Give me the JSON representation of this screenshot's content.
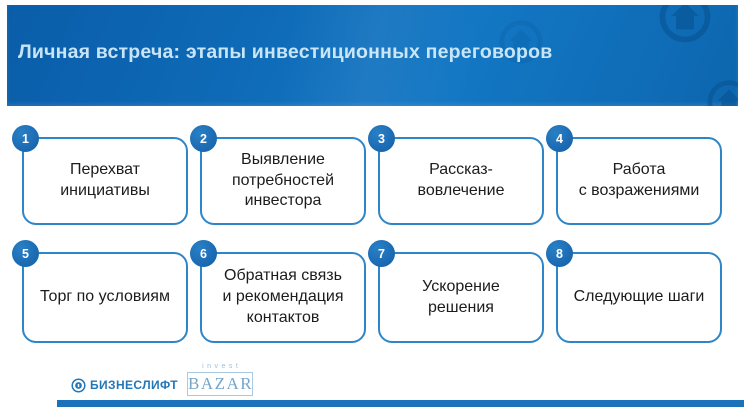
{
  "title": "Личная встреча: этапы инвестиционных переговоров",
  "steps": [
    {
      "number": "1",
      "label": "Перехват\nинициативы"
    },
    {
      "number": "2",
      "label": "Выявление\nпотребностей\nинвестора"
    },
    {
      "number": "3",
      "label": "Рассказ-\nвовлечение"
    },
    {
      "number": "4",
      "label": "Работа\nс возражениями"
    },
    {
      "number": "5",
      "label": "Торг по условиям"
    },
    {
      "number": "6",
      "label": "Обратная связь\nи рекомендация\nконтактов"
    },
    {
      "number": "7",
      "label": "Ускорение\nрешения"
    },
    {
      "number": "8",
      "label": "Следующие шаги"
    }
  ],
  "footer": {
    "businesslift_label": "БИЗНЕСЛИФТ",
    "investbazar_top": "invest",
    "investbazar_main": "BAZAR"
  },
  "colors": {
    "header_blue_dark": "#0a5da9",
    "header_blue_light": "#1377c4",
    "title_text": "#c7e5f7",
    "card_border": "#2e86c8",
    "badge_fill": "#1d6db6",
    "text_dark": "#1c1c1c",
    "businesslift_blue": "#2277b9",
    "investbazar_blue": "#74a6cb",
    "bottom_bar_blue": "#1a73ba"
  }
}
